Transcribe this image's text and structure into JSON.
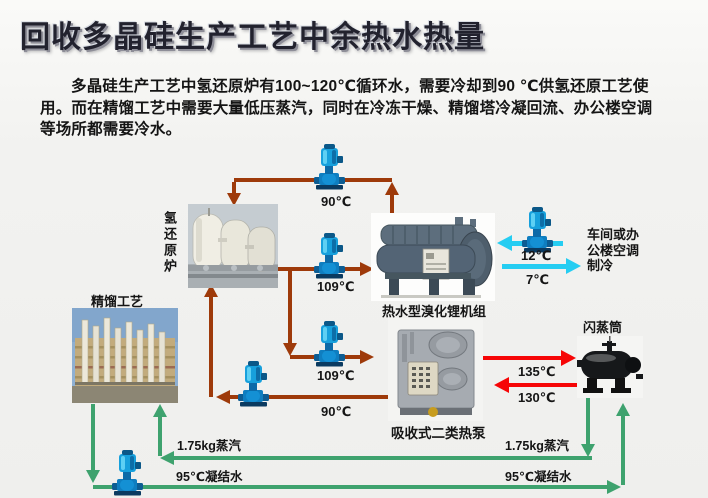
{
  "slide": {
    "title": "回收多晶硅生产工艺中余热水热量",
    "paragraph": "多晶硅生产工艺中氢还原炉有100~120℃循环水，需要冷却到90 ℃供氢还原工艺使用。而在精馏工艺中需要大量低压蒸汽，同时在冷冻干燥、精馏塔冷凝回流、办公楼空调等场所都需要冷水。"
  },
  "diagram": {
    "equipment": {
      "furnace": "氢还原炉",
      "distillation": "精馏工艺",
      "libr_chiller": "热水型溴化锂机组",
      "heat_pump": "吸收式二类热泵",
      "flash_drum": "闪蒸筒"
    },
    "temps": {
      "return_to_furnace_top": "90℃",
      "furnace_outlet": "109℃",
      "heat_pump_inlet": "109℃",
      "heat_pump_return": "90℃",
      "chilled_return": "12℃",
      "chilled_supply": "7℃",
      "steam_to_flash": "135℃",
      "flash_to_heat_pump": "130℃"
    },
    "cooling_use": [
      "车间或办",
      "公楼空调",
      "制冷"
    ],
    "steam_label_left": "1.75kg蒸汽",
    "steam_label_right": "1.75kg蒸汽",
    "condensate_label_left": "95℃凝结水",
    "condensate_label_right": "95℃凝结水",
    "icons": {
      "pump": "pump-icon"
    },
    "colors": {
      "hot_water_line": "#9e3a0a",
      "steam_line_hot": "#f60506",
      "chilled_line": "#25cdf2",
      "steam_condensate_line": "#3ea26e",
      "title_text": "#22222e"
    }
  }
}
